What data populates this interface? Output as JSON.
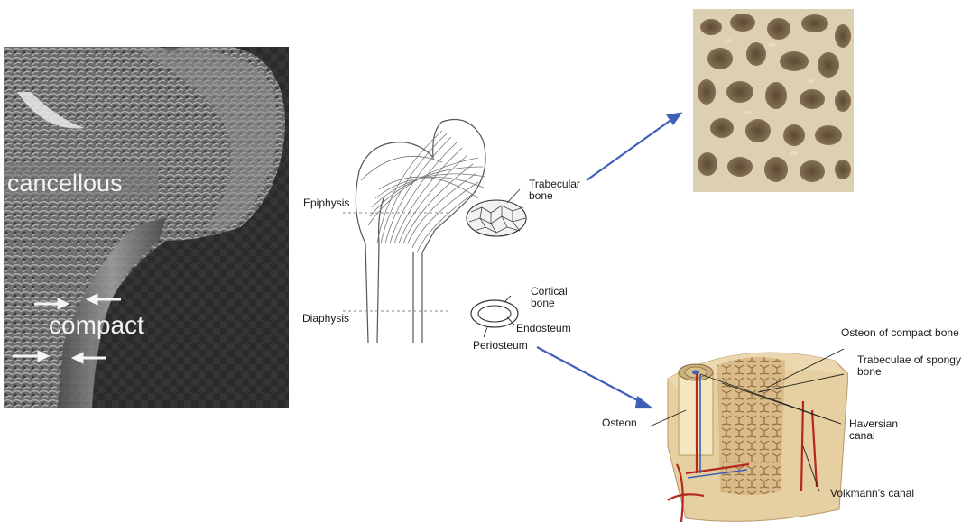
{
  "xray": {
    "label_cancellous": "cancellous",
    "label_compact": "compact"
  },
  "schematic": {
    "epiphysis": "Epiphysis",
    "diaphysis": "Diaphysis",
    "trabecular_bone": "Trabecular\nbone",
    "cortical_bone": "Cortical\nbone",
    "endosteum": "Endosteum",
    "periosteum": "Periosteum"
  },
  "osteon_diagram": {
    "osteon_of_compact_bone": "Osteon of compact bone",
    "trabeculae_of_spongy_bone": "Trabeculae of spongy\nbone",
    "haversian_canal": "Haversian\ncanal",
    "osteon": "Osteon",
    "volkmanns_canal": "Volkmann's canal"
  },
  "colors": {
    "arrow": "#3f5fb8",
    "xray_bg": "#2a2a2a",
    "bone_tan": "#e3cfa0",
    "vessel_red": "#b5281f"
  }
}
